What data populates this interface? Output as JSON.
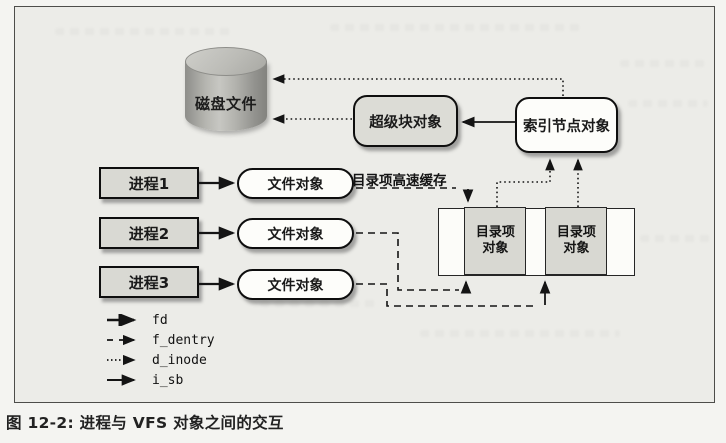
{
  "figure": {
    "caption": "图 12-2: 进程与 VFS 对象之间的交互",
    "nodes": {
      "disk": "磁盘文件",
      "superblock": "超级块对象",
      "inode": "索引节点对象",
      "dentry_cache_label": "目录项高速缓存",
      "processes": [
        "进程1",
        "进程2",
        "进程3"
      ],
      "file_objects": [
        "文件对象",
        "文件对象",
        "文件对象"
      ],
      "dentry_objects": [
        "目录项对象",
        "目录项对象"
      ]
    },
    "legend": [
      {
        "style": "solid",
        "label": "fd"
      },
      {
        "style": "dashed",
        "label": "f_dentry"
      },
      {
        "style": "dotted",
        "label": "d_inode"
      },
      {
        "style": "solid",
        "label": "i_sb"
      }
    ],
    "colors": {
      "box_gray": "#dcdcd6",
      "box_white": "#fdfdfa",
      "cylinder_gray": "#a9a9a4",
      "line_black": "#141414",
      "frame_bg": "#ecece8"
    }
  }
}
